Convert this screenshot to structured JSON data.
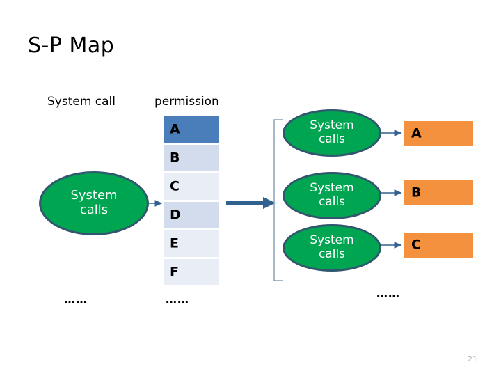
{
  "slide": {
    "title": "S-P Map",
    "page_number": "21"
  },
  "headers": {
    "system_call": "System call",
    "permission": "permission"
  },
  "permission_boxes": [
    {
      "letter": "A",
      "fill": "#4a7ebb"
    },
    {
      "letter": "B",
      "fill": "#d3dced"
    },
    {
      "letter": "C",
      "fill": "#e9edf5"
    },
    {
      "letter": "D",
      "fill": "#d3dced"
    },
    {
      "letter": "E",
      "fill": "#e9edf5"
    },
    {
      "letter": "F",
      "fill": "#e9edf5"
    }
  ],
  "left_ellipse": {
    "line1": "System",
    "line2": "calls"
  },
  "right_ellipses": [
    {
      "line1": "System",
      "line2": "calls"
    },
    {
      "line1": "System",
      "line2": "calls"
    },
    {
      "line1": "System",
      "line2": "calls"
    }
  ],
  "orange_boxes": [
    {
      "letter": "A",
      "fill": "#f3913e"
    },
    {
      "letter": "B",
      "fill": "#f3913e"
    },
    {
      "letter": "C",
      "fill": "#f3913e"
    }
  ],
  "ellipsis": {
    "left": "……",
    "middle": "……",
    "right": "……"
  },
  "colors": {
    "ellipse_fill": "#00a551",
    "ellipse_border": "#31576e",
    "orange": "#f3913e",
    "arrow_blue": "#31618f",
    "bracket": "#6b8ba4",
    "perm_dark": "#4a7ebb",
    "perm_mid": "#d3dced",
    "perm_light": "#e9edf5"
  }
}
